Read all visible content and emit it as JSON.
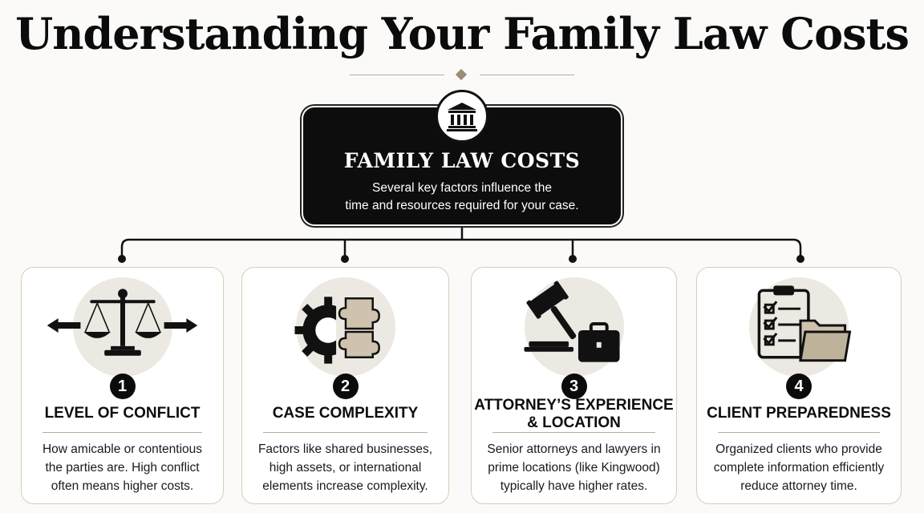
{
  "title": "Understanding Your Family Law Costs",
  "colors": {
    "accent": "#b8ab95",
    "dark": "#0d0d0d",
    "beige": "#cfc3ae"
  },
  "main": {
    "icon": "courthouse-icon",
    "title": "FAMILY LAW COSTS",
    "subtitle_line1": "Several key factors influence the",
    "subtitle_line2": "time and resources required for your case."
  },
  "factors": [
    {
      "number": "1",
      "icon": "scales-of-justice-icon",
      "title": "LEVEL OF CONFLICT",
      "desc": [
        "How amicable or contentious",
        "the parties are. High conflict",
        "often means higher costs."
      ]
    },
    {
      "number": "2",
      "icon": "gear-puzzle-icon",
      "title": "CASE COMPLEXITY",
      "desc": [
        "Factors like shared businesses,",
        "high assets, or international",
        "elements increase complexity."
      ]
    },
    {
      "number": "3",
      "icon": "gavel-briefcase-icon",
      "title_line1": "ATTORNEY’S EXPERIENCE",
      "title_line2": "& LOCATION",
      "desc": [
        "Senior attorneys and lawyers in",
        "prime locations (like Kingwood)",
        "typically have higher rates."
      ]
    },
    {
      "number": "4",
      "icon": "clipboard-folder-icon",
      "title": "CLIENT PREPAREDNESS",
      "desc": [
        "Organized clients who provide",
        "complete information efficiently",
        "reduce attorney time."
      ]
    }
  ]
}
